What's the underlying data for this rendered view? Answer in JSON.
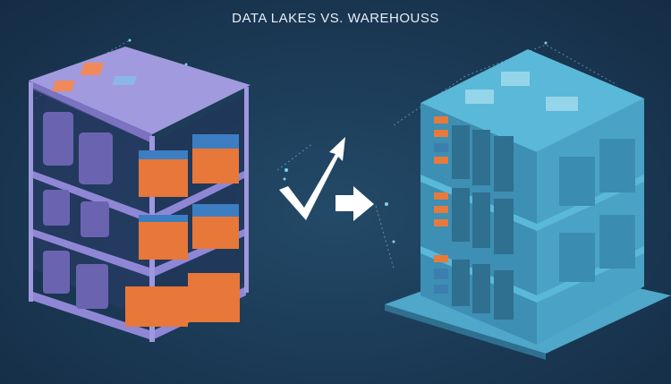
{
  "title": "DATA LAKES VS. WAREHOUSS",
  "scene": {
    "left_structure": "data-lake-shelving",
    "right_structure": "data-warehouse-server",
    "center_symbol": "check-arrow-transition"
  },
  "colors": {
    "background": "#1c3c58",
    "lake_frame": "#8f87d6",
    "lake_top": "#a29ade",
    "lake_boxes": "#e8773a",
    "warehouse": "#4fa7c9",
    "warehouse_dark": "#2f6f8f",
    "accent_orange": "#e67a3c",
    "arrow": "#ffffff"
  }
}
